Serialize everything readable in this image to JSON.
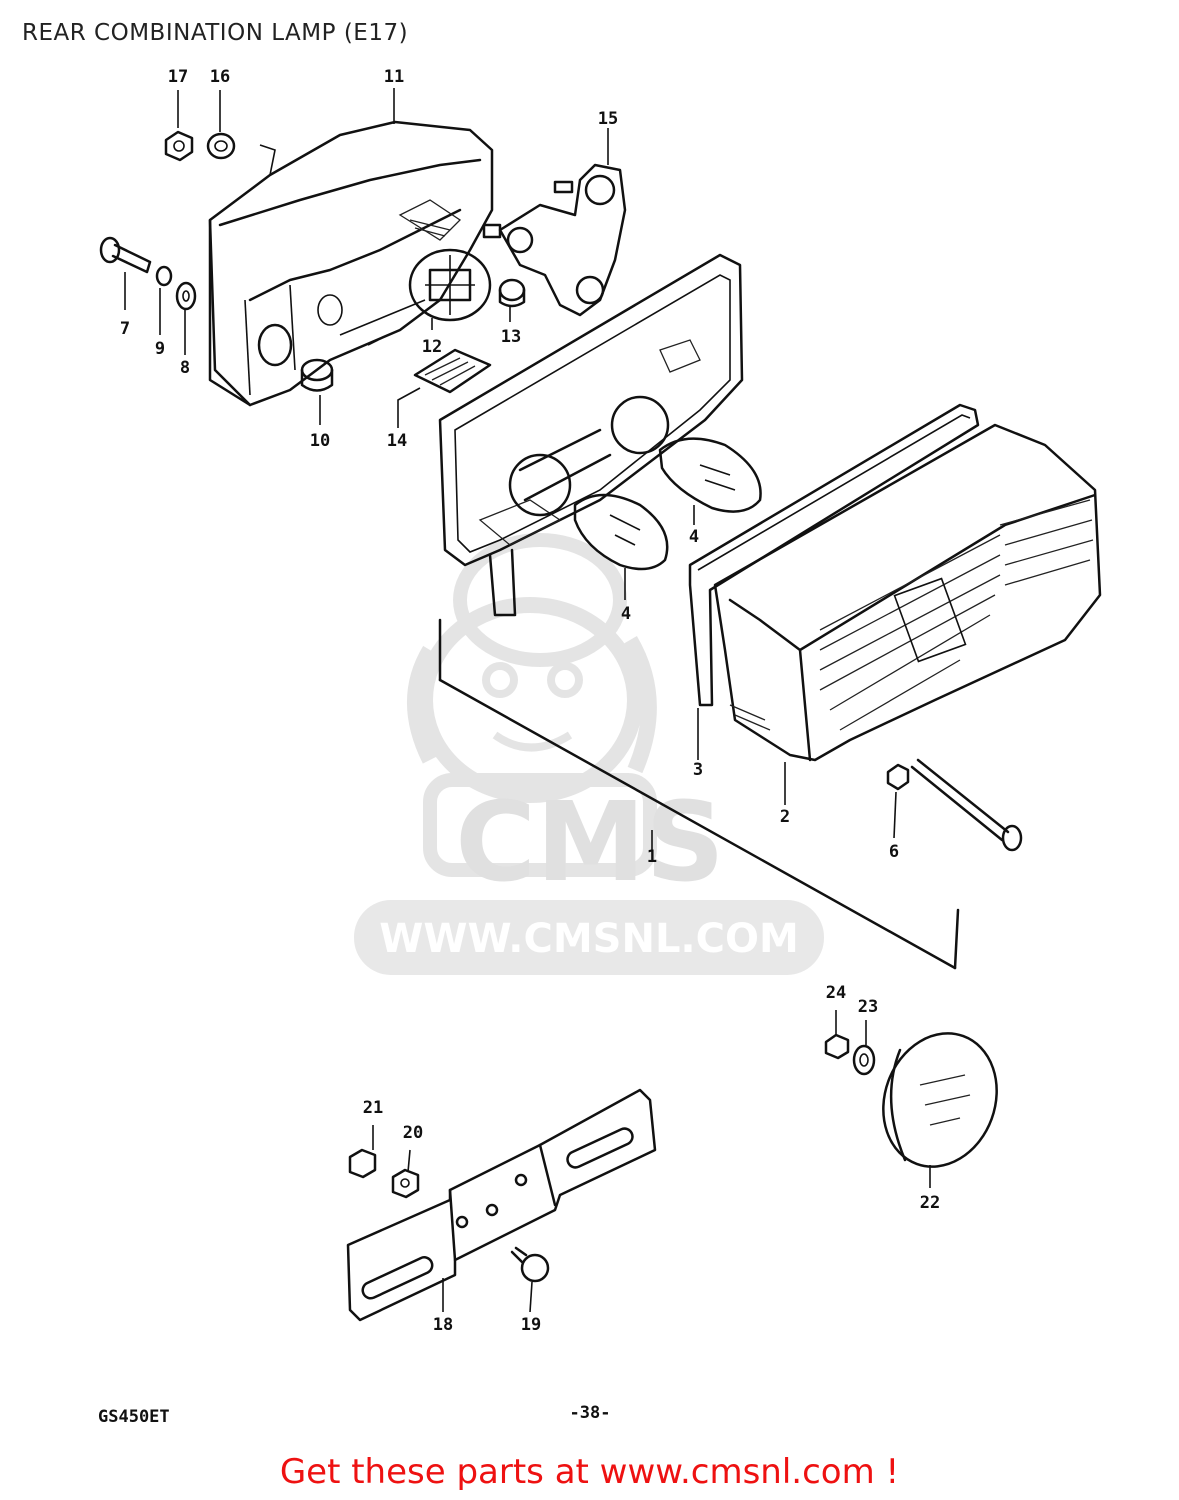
{
  "title": "REAR COMBINATION LAMP (E17)",
  "parts": [
    {
      "id": "p1",
      "label": "1"
    },
    {
      "id": "p2",
      "label": "2"
    },
    {
      "id": "p3",
      "label": "3"
    },
    {
      "id": "p4a",
      "label": "4"
    },
    {
      "id": "p4b",
      "label": "4"
    },
    {
      "id": "p6",
      "label": "6"
    },
    {
      "id": "p7",
      "label": "7"
    },
    {
      "id": "p8",
      "label": "8"
    },
    {
      "id": "p9",
      "label": "9"
    },
    {
      "id": "p10",
      "label": "10"
    },
    {
      "id": "p11",
      "label": "11"
    },
    {
      "id": "p12",
      "label": "12"
    },
    {
      "id": "p13",
      "label": "13"
    },
    {
      "id": "p14",
      "label": "14"
    },
    {
      "id": "p15",
      "label": "15"
    },
    {
      "id": "p16",
      "label": "16"
    },
    {
      "id": "p17",
      "label": "17"
    },
    {
      "id": "p18",
      "label": "18"
    },
    {
      "id": "p19",
      "label": "19"
    },
    {
      "id": "p20",
      "label": "20"
    },
    {
      "id": "p21",
      "label": "21"
    },
    {
      "id": "p22",
      "label": "22"
    },
    {
      "id": "p23",
      "label": "23"
    },
    {
      "id": "p24",
      "label": "24"
    }
  ],
  "watermark": {
    "brand": "CMS",
    "url": "WWW.CMSNL.COM"
  },
  "footer": {
    "model": "GS450ET",
    "page_number": "-38-"
  },
  "cta_text": "Get these parts at www.cmsnl.com !",
  "colors": {
    "cta": "#ee1111",
    "watermark": "#dddddd",
    "line": "#111111"
  }
}
